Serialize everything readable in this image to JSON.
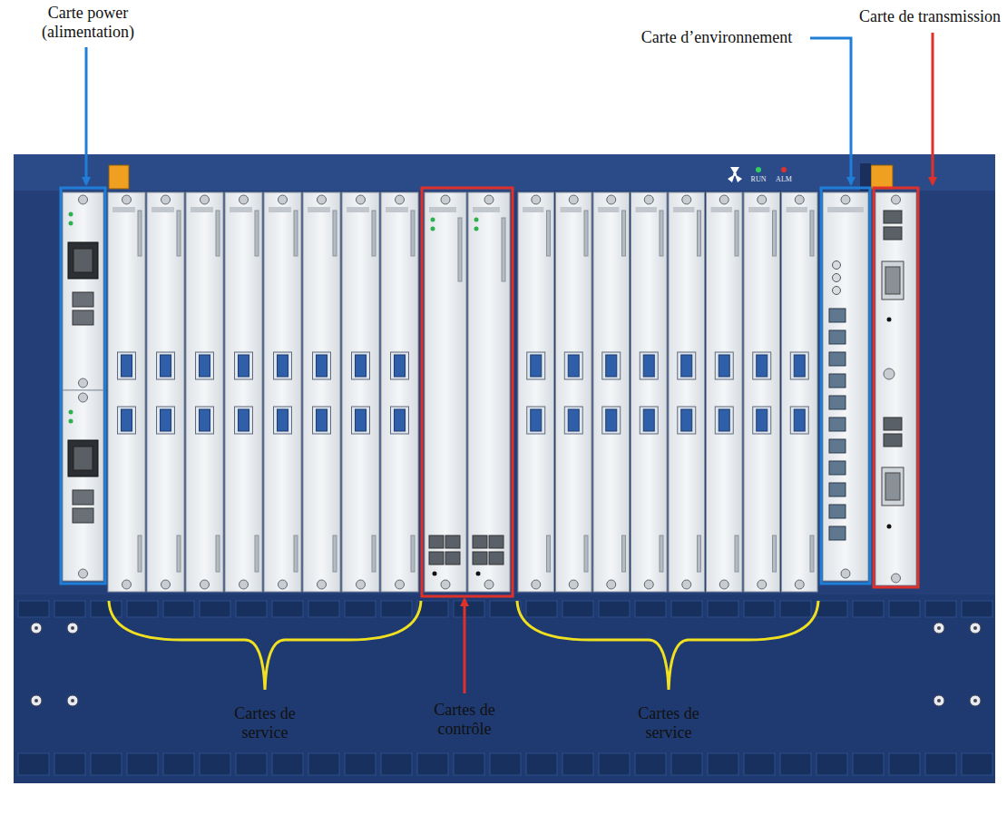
{
  "diagram": {
    "labels": [
      "Carte power (alimentation)",
      "Carte d’environnement",
      "Carte de transmission",
      "Cartes de service",
      "Cartes de contrôle",
      "Cartes de service",
      "RUN",
      "ALM"
    ]
  }
}
